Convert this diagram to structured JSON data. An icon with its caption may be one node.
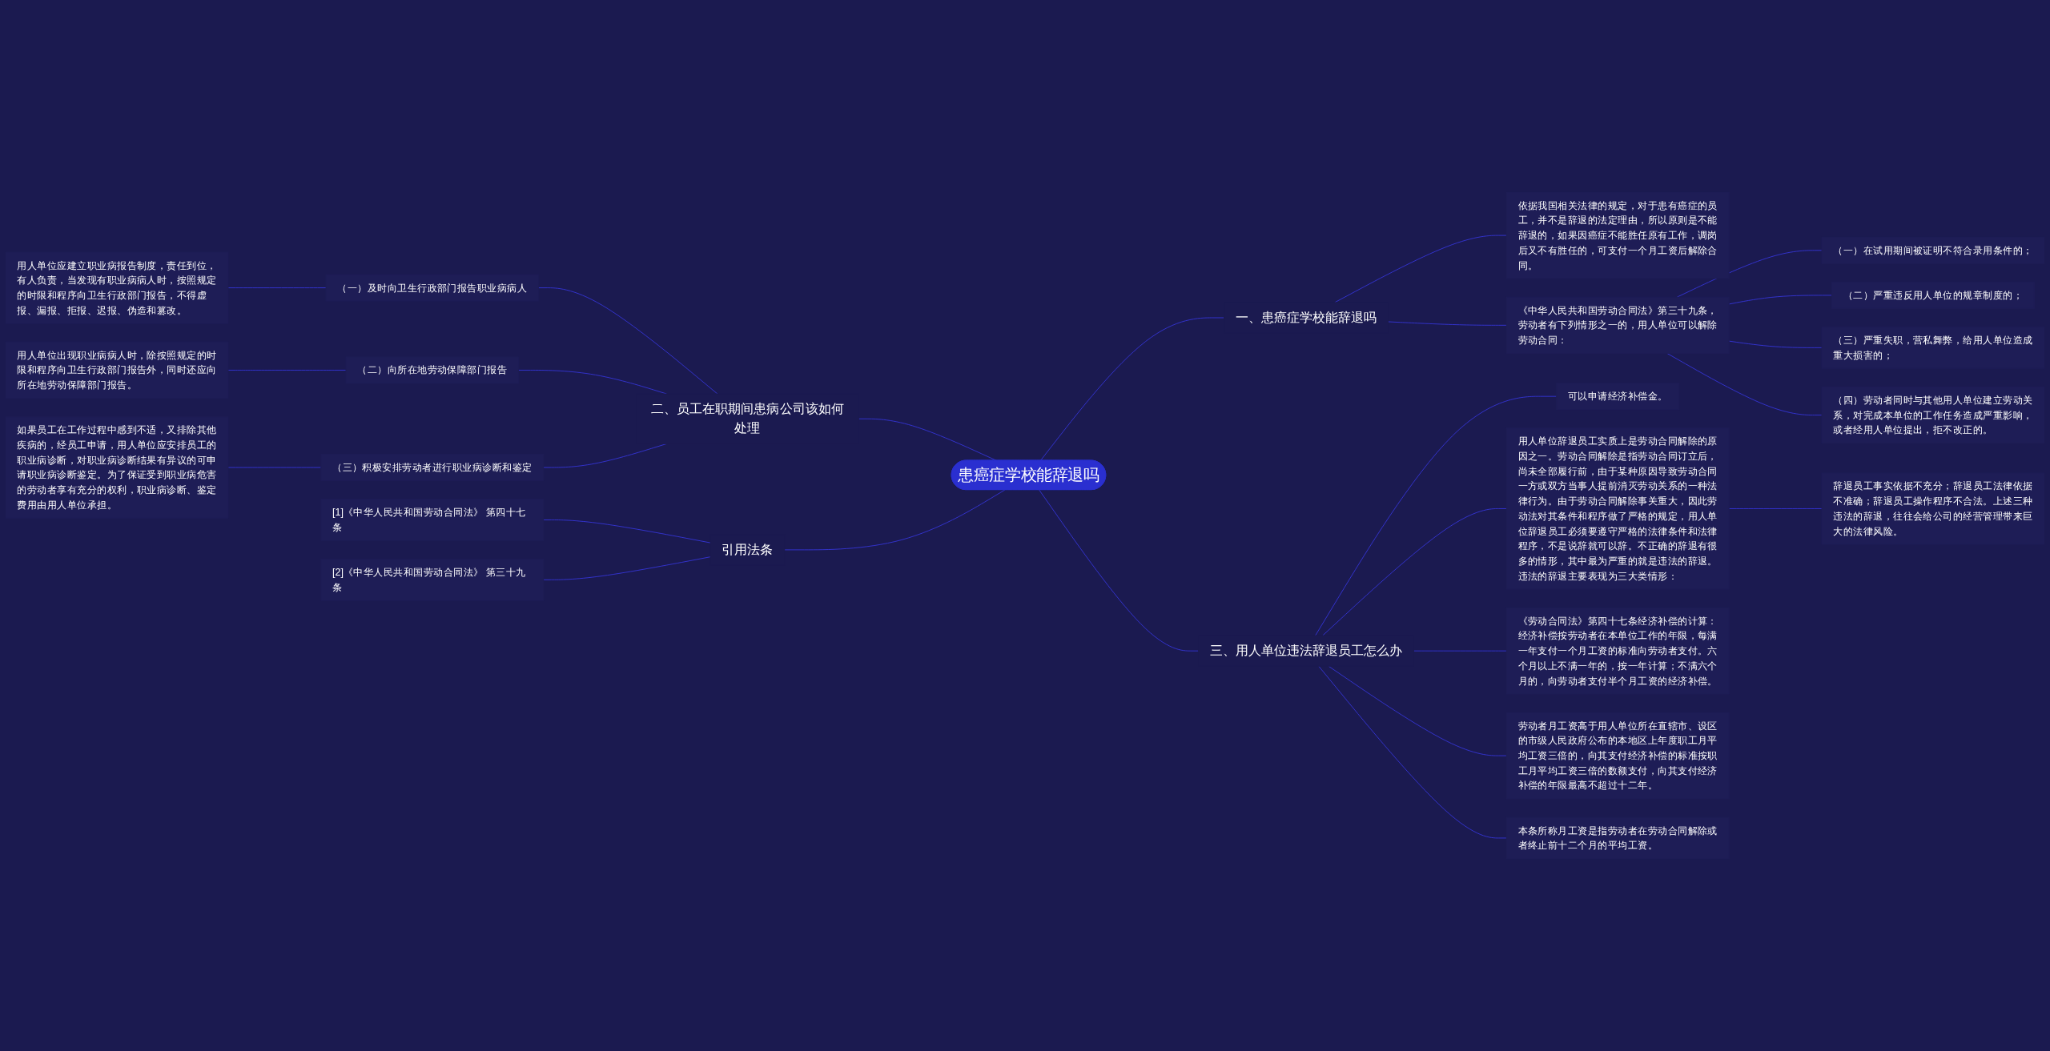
{
  "diagram": {
    "nodes": [
      {
        "text": [
          "患癌症学校能辞退吗"
        ]
      },
      {
        "text": [
          "一、患癌症学校能辞退吗"
        ]
      },
      {
        "text": [
          "依据我国相关法律的规定，对于患有癌症的员工，并不是辞退的法定理由，所以原则是不能辞退的，如果因癌症不能胜任原有工作，调岗后又不有胜任的，可支付一个月工资后解除合同。"
        ]
      },
      {
        "text": [
          "《中华人民共和国劳动合同法》第三十九条，劳动者有下列情形之一的，用人单位可以解除劳动合同："
        ]
      },
      {
        "text": [
          "（一）在试用期间被证明不符合录用条件的；"
        ]
      },
      {
        "text": [
          "（二）严重违反用人单位的规章制度的；"
        ]
      },
      {
        "text": [
          "（三）严重失职，营私舞弊，给用人单位造成重大损害的；"
        ]
      },
      {
        "text": [
          "（四）劳动者同时与其他用人单位建立劳动关系，对完成本单位的工作任务造成严重影响，或者经用人单位提出，拒不改正的。"
        ]
      },
      {
        "text": [
          "二、员工在职期间患病公司该如何处理"
        ]
      },
      {
        "text": [
          "（一）及时向卫生行政部门报告职业病病人"
        ]
      },
      {
        "text": [
          "用人单位应建立职业病报告制度，责任到位，有人负责，当发现有职业病病人时，按照规定的时限和程序向卫生行政部门报告，不得虚报、漏报、拒报、迟报、伪造和篡改。"
        ]
      },
      {
        "text": [
          "（二）向所在地劳动保障部门报告"
        ]
      },
      {
        "text": [
          "用人单位出现职业病病人时，除按照规定的时限和程序向卫生行政部门报告外，同时还应向所在地劳动保障部门报告。"
        ]
      },
      {
        "text": [
          "（三）积极安排劳动者进行职业病诊断和鉴定"
        ]
      },
      {
        "text": [
          "如果员工在工作过程中感到不适，又排除其他疾病的，经员工申请，用人单位应安排员工的职业病诊断，对职业病诊断结果有异议的可申请职业病诊断鉴定。为了保证受到职业病危害的劳动者享有充分的权利，职业病诊断、鉴定费用由用人单位承担。"
        ]
      },
      {
        "text": [
          "引用法条"
        ]
      },
      {
        "text": [
          "[1]《中华人民共和国劳动合同法》 第四十七条"
        ]
      },
      {
        "text": [
          "[2]《中华人民共和国劳动合同法》 第三十九条"
        ]
      },
      {
        "text": [
          "三、用人单位违法辞退员工怎么办"
        ]
      },
      {
        "text": [
          "可以申请经济补偿金。"
        ]
      },
      {
        "text": [
          "用人单位辞退员工实质上是劳动合同解除的原因之一。劳动合同解除是指劳动合同订立后，尚未全部履行前，由于某种原因导致劳动合同一方或双方当事人提前消灭劳动关系的一种法律行为。由于劳动合同解除事关重大，因此劳动法对其条件和程序做了严格的规定，用人单位辞退员工必须要遵守严格的法律条件和法律程序，不是说辞就可以辞。不正确的辞退有很多的情形，其中最为严重的就是违法的辞退。违法的辞退主要表现为三大类情形："
        ]
      },
      {
        "text": [
          "辞退员工事实依据不充分；辞退员工法律依据不准确；辞退员工操作程序不合法。上述三种违法的辞退，往往会给公司的经营管理带来巨大的法律风险。"
        ]
      },
      {
        "text": [
          "《劳动合同法》第四十七条经济补偿的计算：经济补偿按劳动者在本单位工作的年限，每满一年支付一个月工资的标准向劳动者支付。六个月以上不满一年的，按一年计算；不满六个月的，向劳动者支付半个月工资的经济补偿。"
        ]
      },
      {
        "text": [
          "劳动者月工资高于用人单位所在直辖市、设区的市级人民政府公布的本地区上年度职工月平均工资三倍的，向其支付经济补偿的标准按职工月平均工资三倍的数额支付，向其支付经济补偿的年限最高不超过十二年。"
        ]
      },
      {
        "text": [
          "本条所称月工资是指劳动者在劳动合同解除或者终止前十二个月的平均工资。"
        ]
      }
    ],
    "edges": [
      {
        "from": 0,
        "to": 1,
        "arrow": "none"
      },
      {
        "from": 1,
        "to": 2,
        "arrow": "none"
      },
      {
        "from": 1,
        "to": 3,
        "arrow": "none"
      },
      {
        "from": 3,
        "to": 4,
        "arrow": "none"
      },
      {
        "from": 3,
        "to": 5,
        "arrow": "none"
      },
      {
        "from": 3,
        "to": 6,
        "arrow": "none"
      },
      {
        "from": 3,
        "to": 7,
        "arrow": "none"
      },
      {
        "from": 0,
        "to": 8,
        "arrow": "none"
      },
      {
        "from": 8,
        "to": 9,
        "arrow": "none"
      },
      {
        "from": 9,
        "to": 10,
        "arrow": "none"
      },
      {
        "from": 8,
        "to": 11,
        "arrow": "none"
      },
      {
        "from": 11,
        "to": 12,
        "arrow": "none"
      },
      {
        "from": 8,
        "to": 13,
        "arrow": "none"
      },
      {
        "from": 13,
        "to": 14,
        "arrow": "none"
      },
      {
        "from": 0,
        "to": 15,
        "arrow": "none"
      },
      {
        "from": 15,
        "to": 16,
        "arrow": "none"
      },
      {
        "from": 15,
        "to": 17,
        "arrow": "none"
      },
      {
        "from": 0,
        "to": 18,
        "arrow": "none"
      },
      {
        "from": 18,
        "to": 19,
        "arrow": "none"
      },
      {
        "from": 18,
        "to": 20,
        "arrow": "none"
      },
      {
        "from": 20,
        "to": 21,
        "arrow": "none"
      },
      {
        "from": 18,
        "to": 22,
        "arrow": "none"
      },
      {
        "from": 18,
        "to": 23,
        "arrow": "none"
      },
      {
        "from": 18,
        "to": 24,
        "arrow": "none"
      }
    ]
  }
}
